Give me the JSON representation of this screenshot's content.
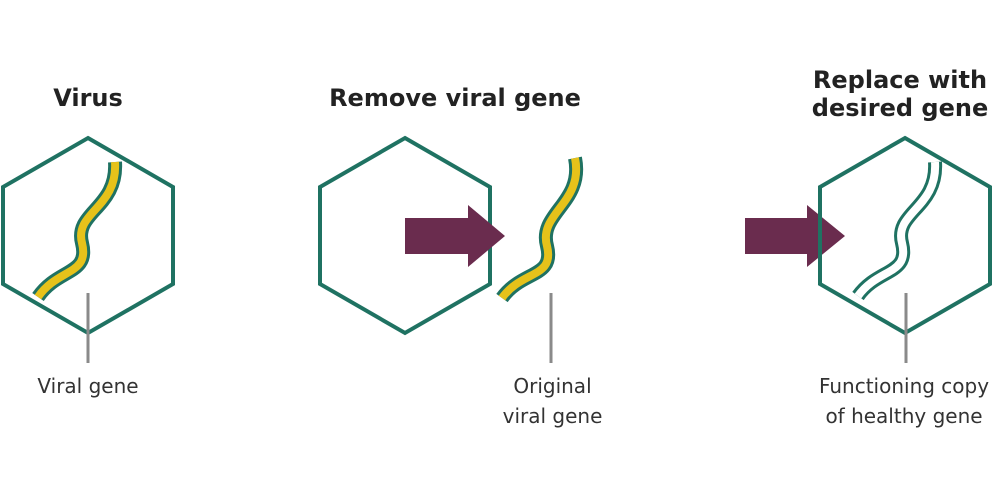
{
  "panels": {
    "virus": {
      "title": "Virus",
      "label": "Viral gene"
    },
    "remove": {
      "title": "Remove viral gene",
      "label_line1": "Original",
      "label_line2": "viral gene"
    },
    "replace": {
      "title_line1": "Replace with",
      "title_line2": "desired gene",
      "label_line1": "Functioning copy",
      "label_line2": "of healthy gene"
    }
  },
  "colors": {
    "hexagon": "#1f7262",
    "arrow": "#6a2c4e",
    "viral_gene_fill": "#e6c21a",
    "viral_gene_outline": "#1f7262",
    "pointer_line": "#8a8a8a"
  }
}
